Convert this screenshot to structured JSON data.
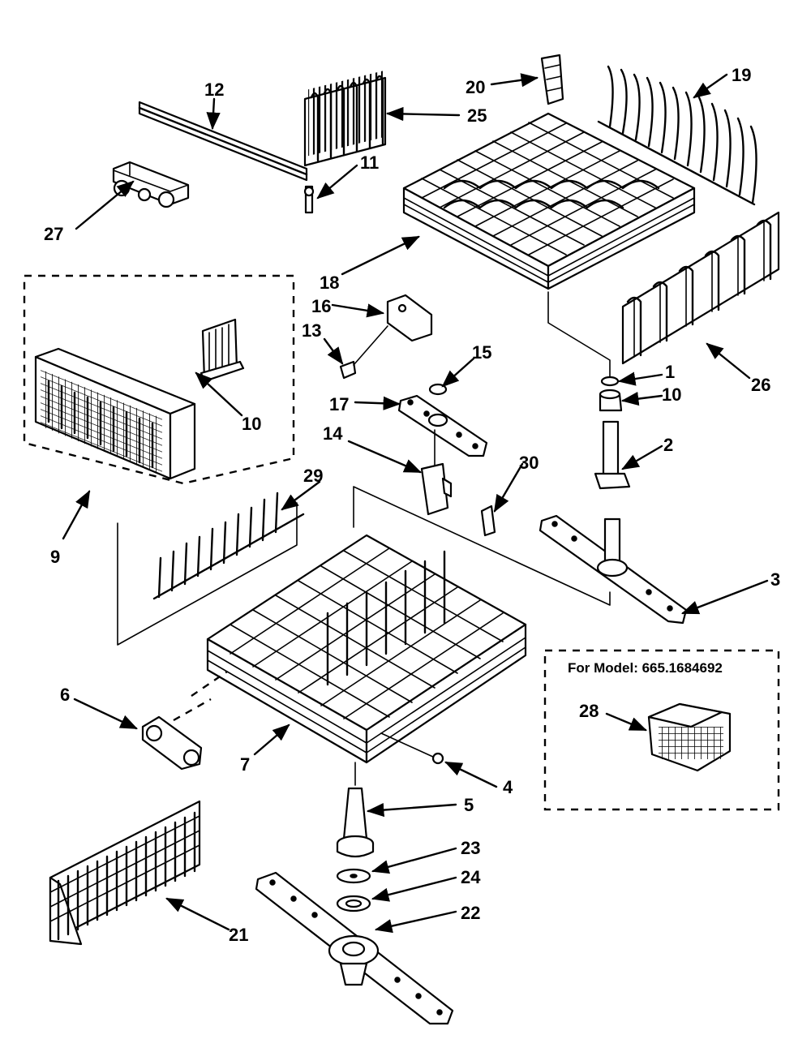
{
  "model_note": "For Model: 665.1684692",
  "callouts": [
    {
      "id": "c12",
      "text": "12"
    },
    {
      "id": "c25",
      "text": "25"
    },
    {
      "id": "c20",
      "text": "20"
    },
    {
      "id": "c19",
      "text": "19"
    },
    {
      "id": "c11",
      "text": "11"
    },
    {
      "id": "c27",
      "text": "27"
    },
    {
      "id": "c18",
      "text": "18"
    },
    {
      "id": "c16",
      "text": "16"
    },
    {
      "id": "c13",
      "text": "13"
    },
    {
      "id": "c15",
      "text": "15"
    },
    {
      "id": "c17",
      "text": "17"
    },
    {
      "id": "c14",
      "text": "14"
    },
    {
      "id": "c1",
      "text": "1"
    },
    {
      "id": "c10a",
      "text": "10"
    },
    {
      "id": "c26",
      "text": "26"
    },
    {
      "id": "c2",
      "text": "2"
    },
    {
      "id": "c10b",
      "text": "10"
    },
    {
      "id": "c9",
      "text": "9"
    },
    {
      "id": "c29",
      "text": "29"
    },
    {
      "id": "c30",
      "text": "30"
    },
    {
      "id": "c3",
      "text": "3"
    },
    {
      "id": "c6",
      "text": "6"
    },
    {
      "id": "c7",
      "text": "7"
    },
    {
      "id": "c28",
      "text": "28"
    },
    {
      "id": "c4",
      "text": "4"
    },
    {
      "id": "c5",
      "text": "5"
    },
    {
      "id": "c23",
      "text": "23"
    },
    {
      "id": "c24",
      "text": "24"
    },
    {
      "id": "c22",
      "text": "22"
    },
    {
      "id": "c21",
      "text": "21"
    }
  ]
}
